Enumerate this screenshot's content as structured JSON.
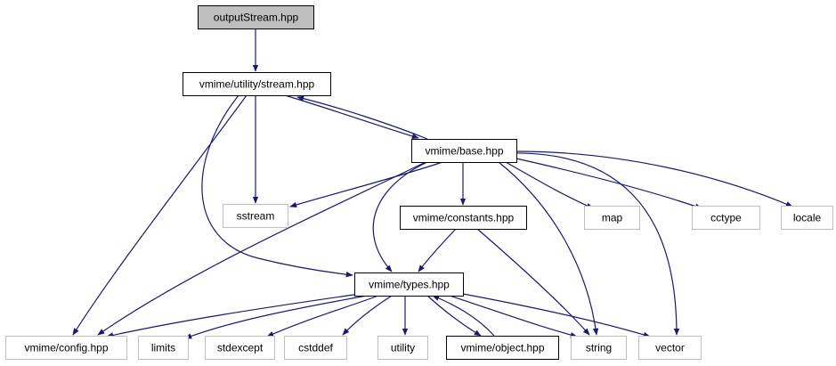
{
  "colors": {
    "edge": "#191970",
    "root_fill": "#bfbfbf",
    "documented_border": "#000000",
    "external_border": "#bfbfbf",
    "node_fill": "#ffffff"
  },
  "nodes": [
    {
      "id": "outputStream",
      "label": "outputStream.hpp",
      "kind": "root"
    },
    {
      "id": "stream",
      "label": "vmime/utility/stream.hpp",
      "kind": "documented"
    },
    {
      "id": "base",
      "label": "vmime/base.hpp",
      "kind": "documented"
    },
    {
      "id": "sstream",
      "label": "sstream",
      "kind": "external"
    },
    {
      "id": "constants",
      "label": "vmime/constants.hpp",
      "kind": "documented"
    },
    {
      "id": "map",
      "label": "map",
      "kind": "external"
    },
    {
      "id": "cctype",
      "label": "cctype",
      "kind": "external"
    },
    {
      "id": "locale",
      "label": "locale",
      "kind": "external"
    },
    {
      "id": "types",
      "label": "vmime/types.hpp",
      "kind": "documented"
    },
    {
      "id": "config",
      "label": "vmime/config.hpp",
      "kind": "external"
    },
    {
      "id": "limits",
      "label": "limits",
      "kind": "external"
    },
    {
      "id": "stdexcept",
      "label": "stdexcept",
      "kind": "external"
    },
    {
      "id": "cstddef",
      "label": "cstddef",
      "kind": "external"
    },
    {
      "id": "utility",
      "label": "utility",
      "kind": "external"
    },
    {
      "id": "object",
      "label": "vmime/object.hpp",
      "kind": "documented"
    },
    {
      "id": "string",
      "label": "string",
      "kind": "external"
    },
    {
      "id": "vector",
      "label": "vector",
      "kind": "external"
    }
  ],
  "edges": [
    {
      "from": "outputStream",
      "to": "stream"
    },
    {
      "from": "stream",
      "to": "base"
    },
    {
      "from": "stream",
      "to": "sstream"
    },
    {
      "from": "stream",
      "to": "config"
    },
    {
      "from": "stream",
      "to": "types"
    },
    {
      "from": "base",
      "to": "stream"
    },
    {
      "from": "base",
      "to": "sstream"
    },
    {
      "from": "base",
      "to": "constants"
    },
    {
      "from": "base",
      "to": "map"
    },
    {
      "from": "base",
      "to": "cctype"
    },
    {
      "from": "base",
      "to": "locale"
    },
    {
      "from": "base",
      "to": "types"
    },
    {
      "from": "base",
      "to": "config"
    },
    {
      "from": "base",
      "to": "string"
    },
    {
      "from": "base",
      "to": "vector"
    },
    {
      "from": "constants",
      "to": "types"
    },
    {
      "from": "constants",
      "to": "string"
    },
    {
      "from": "types",
      "to": "config"
    },
    {
      "from": "types",
      "to": "limits"
    },
    {
      "from": "types",
      "to": "stdexcept"
    },
    {
      "from": "types",
      "to": "cstddef"
    },
    {
      "from": "types",
      "to": "utility"
    },
    {
      "from": "types",
      "to": "object"
    },
    {
      "from": "types",
      "to": "string"
    },
    {
      "from": "types",
      "to": "vector"
    },
    {
      "from": "object",
      "to": "types"
    }
  ]
}
